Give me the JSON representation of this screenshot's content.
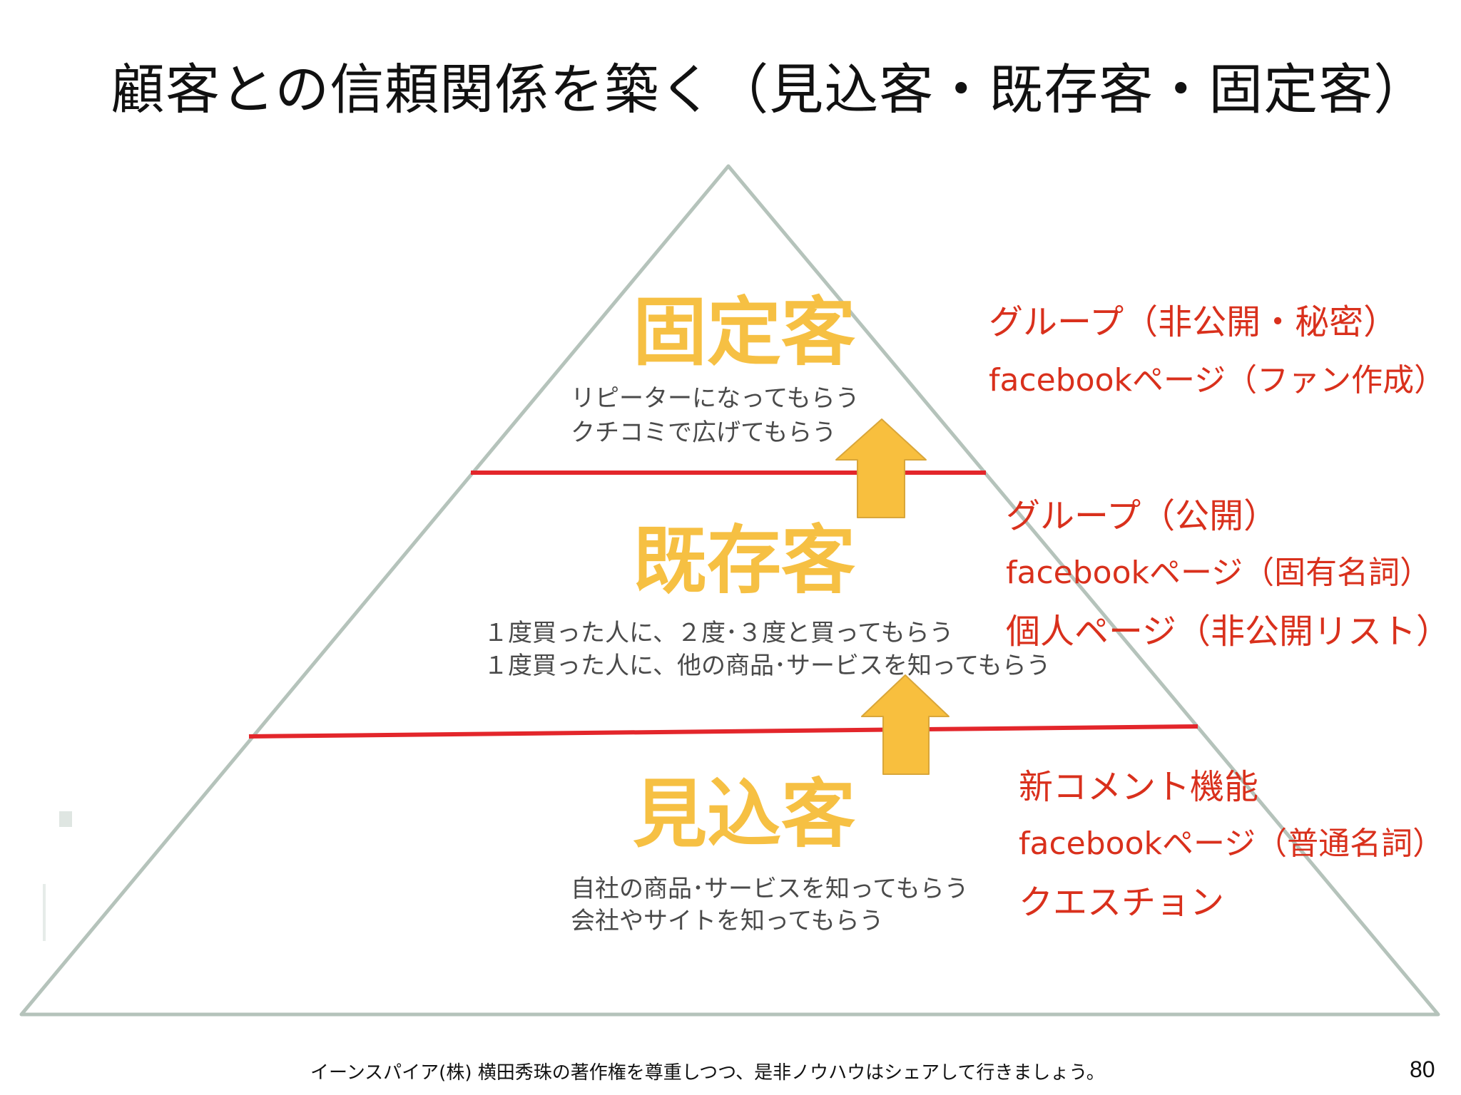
{
  "title": "顧客との信頼関係を築く（見込客・既存客・固定客）",
  "tiers": {
    "top": {
      "name": "固定客",
      "desc": [
        "リピーターになってもらう",
        "クチコミで広げてもらう"
      ]
    },
    "middle": {
      "name": "既存客",
      "desc": [
        "１度買った人に、２度･３度と買ってもらう",
        "１度買った人に、他の商品･サービスを知ってもらう"
      ]
    },
    "bottom": {
      "name": "見込客",
      "desc": [
        "自社の商品･サービスを知ってもらう",
        "会社やサイトを知ってもらう"
      ]
    }
  },
  "labels": {
    "top": [
      "グループ（非公開・秘密）",
      "facebookページ（ファン作成）"
    ],
    "middle": [
      "グループ（公開）",
      "facebookページ（固有名詞）",
      "個人ページ（非公開リスト）"
    ],
    "bottom": [
      "新コメント機能",
      "facebookページ（普通名詞）",
      "クエスチョン"
    ]
  },
  "colors": {
    "tier_title": "#f6c043",
    "divider": "#e3262b",
    "arrow_fill": "#f8bf3e",
    "label_text": "#d9301c",
    "pyramid_outline": "#b5c3bb"
  },
  "footer": "イーンスパイア(株) 横田秀珠の著作権を尊重しつつ、是非ノウハウはシェアして行きましょう。",
  "page_number": "80"
}
